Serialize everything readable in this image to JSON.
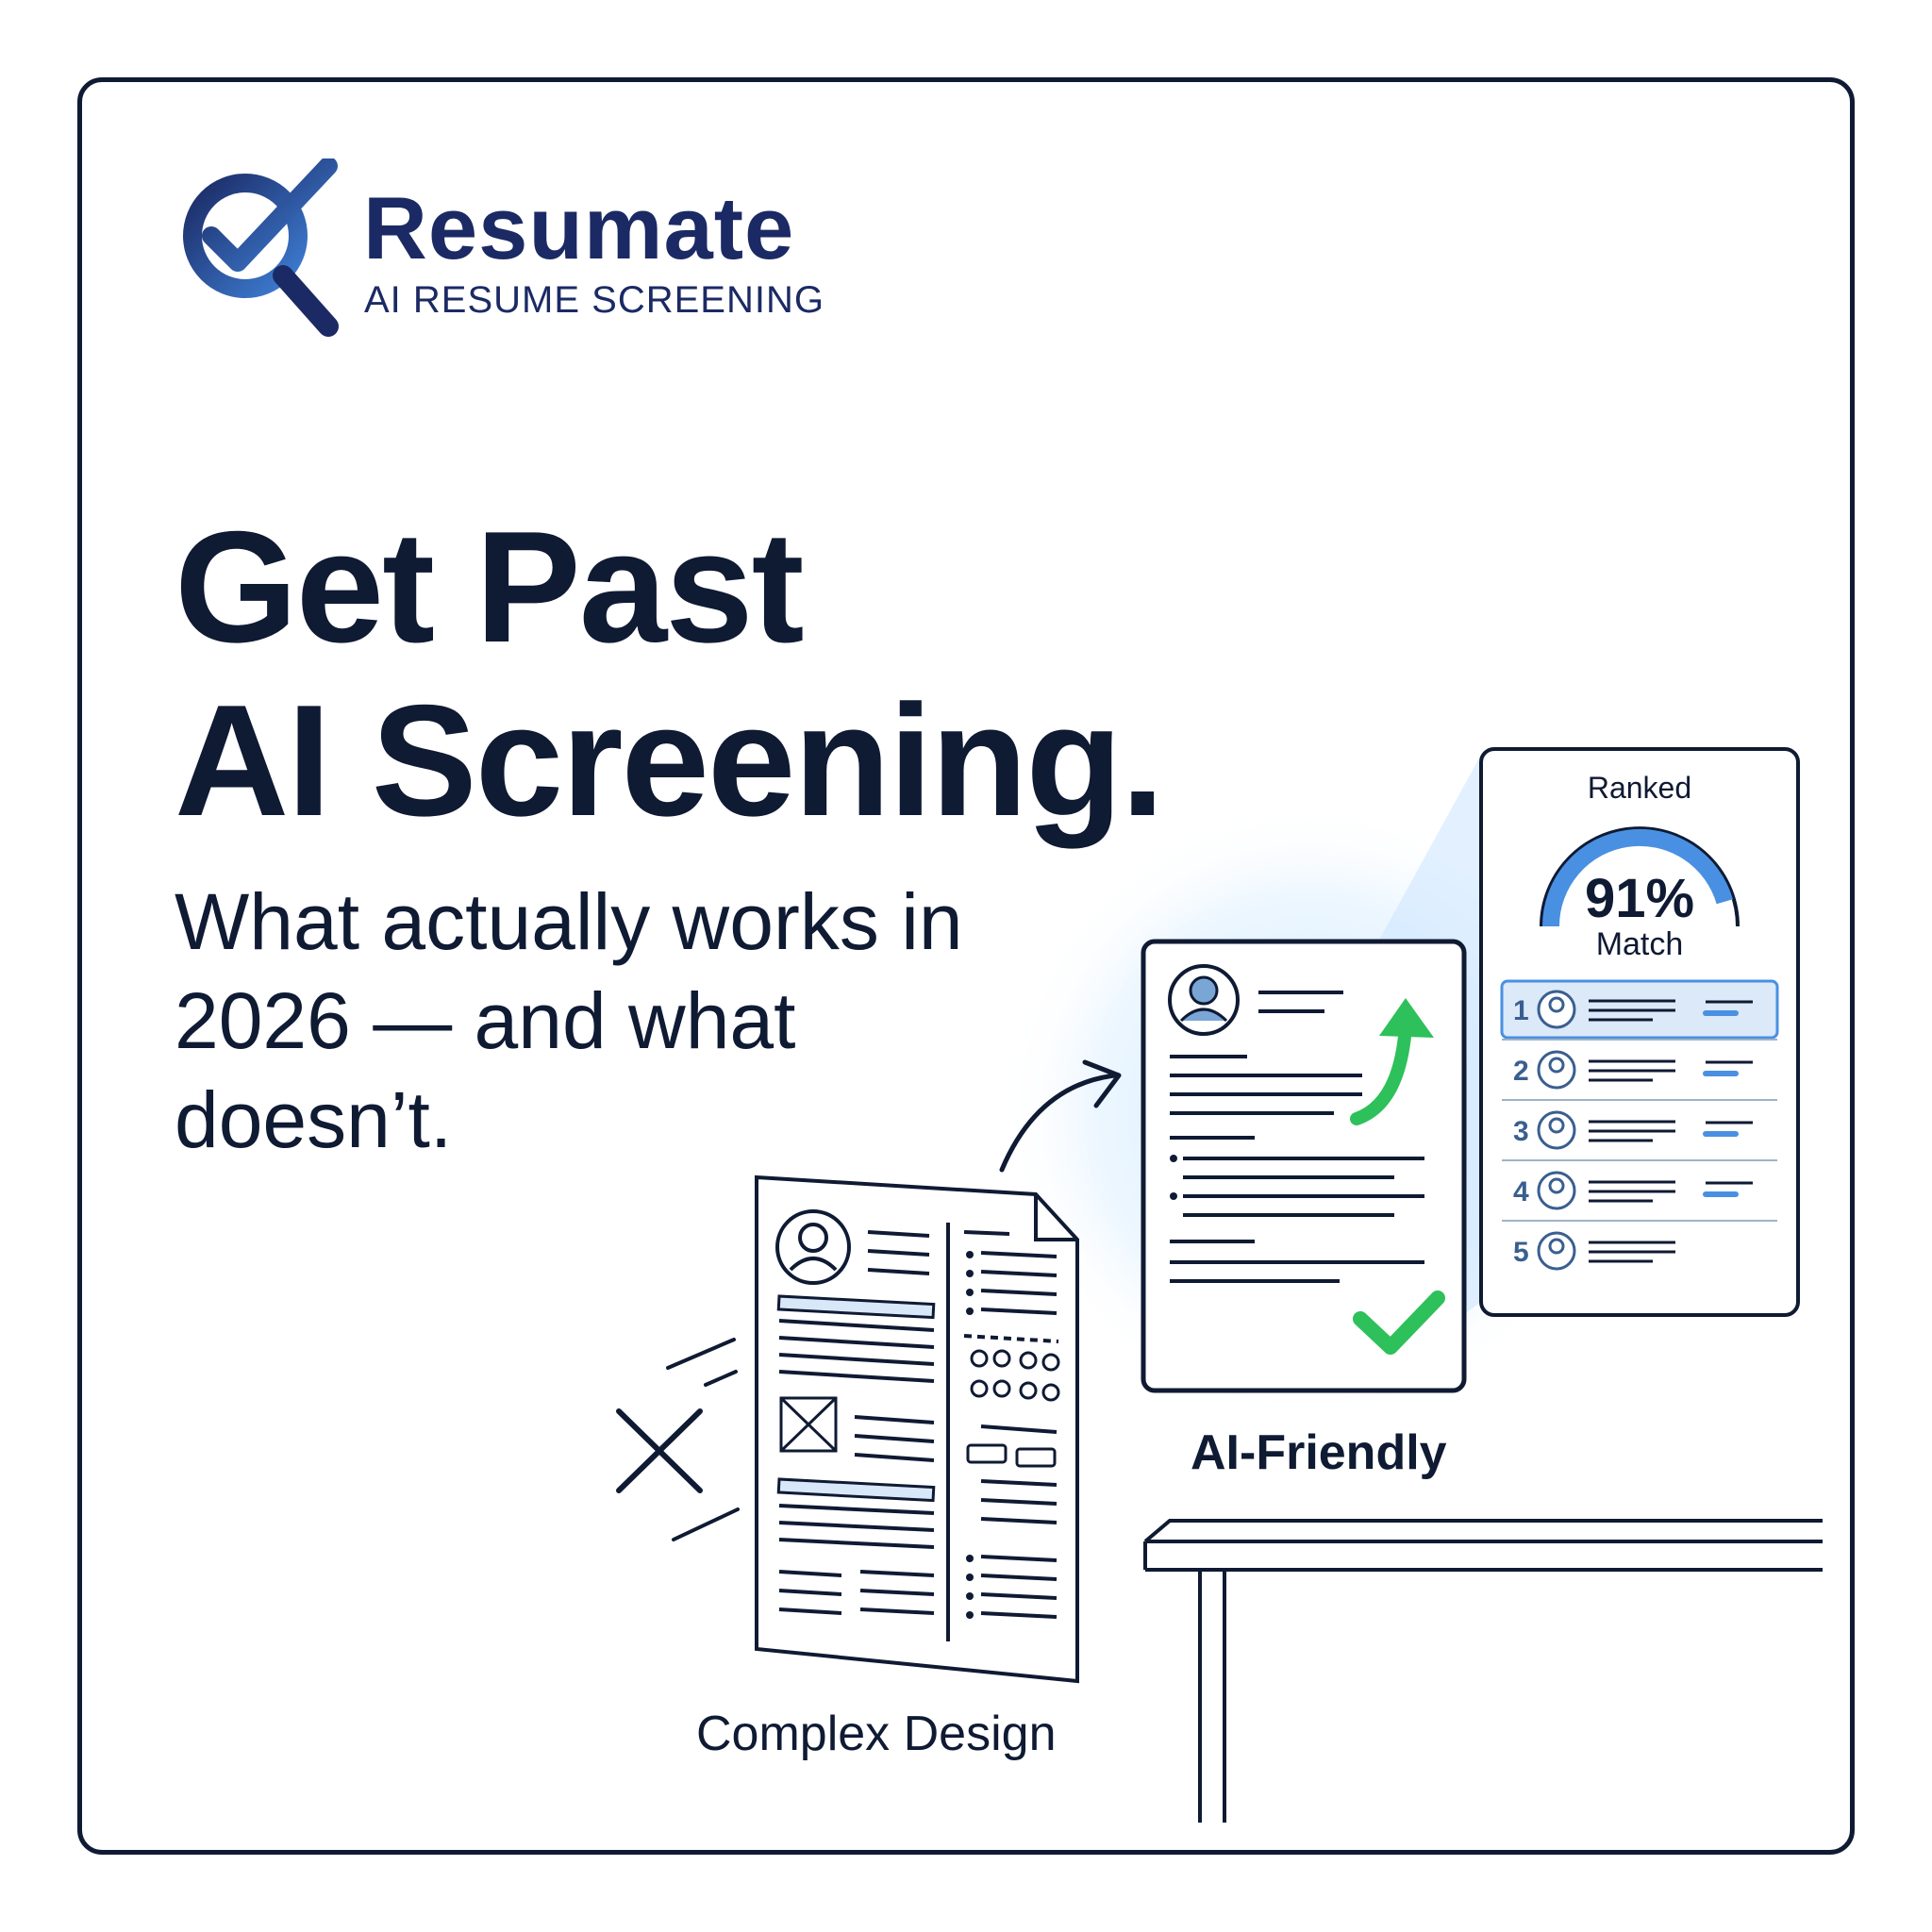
{
  "brand": {
    "name": "Resumate",
    "tagline": "AI RESUME SCREENING",
    "colors": {
      "primary": "#1b2a64",
      "accent": "#4a90e2"
    },
    "icon": "magnifier-check-icon"
  },
  "hero": {
    "headline_line1": "Get Past",
    "headline_line2": "AI Screening.",
    "subheadline": "What actually works in 2026 — and what doesn’t."
  },
  "illustration": {
    "complex_label": "Complex Design",
    "friendly_label": "AI-Friendly",
    "ranked_panel": {
      "title": "Ranked",
      "match_percent": "91%",
      "match_label": "Match",
      "match_value": 0.91,
      "ranks": [
        "1",
        "2",
        "3",
        "4",
        "5"
      ]
    },
    "colors": {
      "check": "#2ec05a",
      "glow": "#cfe6ff",
      "ink": "#0f1a33"
    }
  }
}
